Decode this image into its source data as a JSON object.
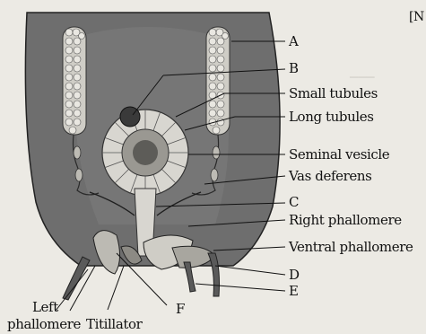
{
  "corner_mark": "[N",
  "labels": {
    "a": "A",
    "b": "B",
    "small_tubules": "Small tubules",
    "long_tubules": "Long tubules",
    "seminal_vesicle": "Seminal vesicle",
    "vas_deferens": "Vas deferens",
    "c": "C",
    "right_phallomere": "Right phallomere",
    "ventral_phallomere": "Ventral phallomere",
    "d": "D",
    "e": "E",
    "f": "F",
    "left_phallomere_line1": "Left",
    "left_phallomere_line2": "phallomere",
    "titillator": "Titillator"
  },
  "colors": {
    "abdomen_fill": "#6e6e6e",
    "structure_fill": "#d8d6d0",
    "ink": "#1a1a1a",
    "background": "#eceae4"
  }
}
